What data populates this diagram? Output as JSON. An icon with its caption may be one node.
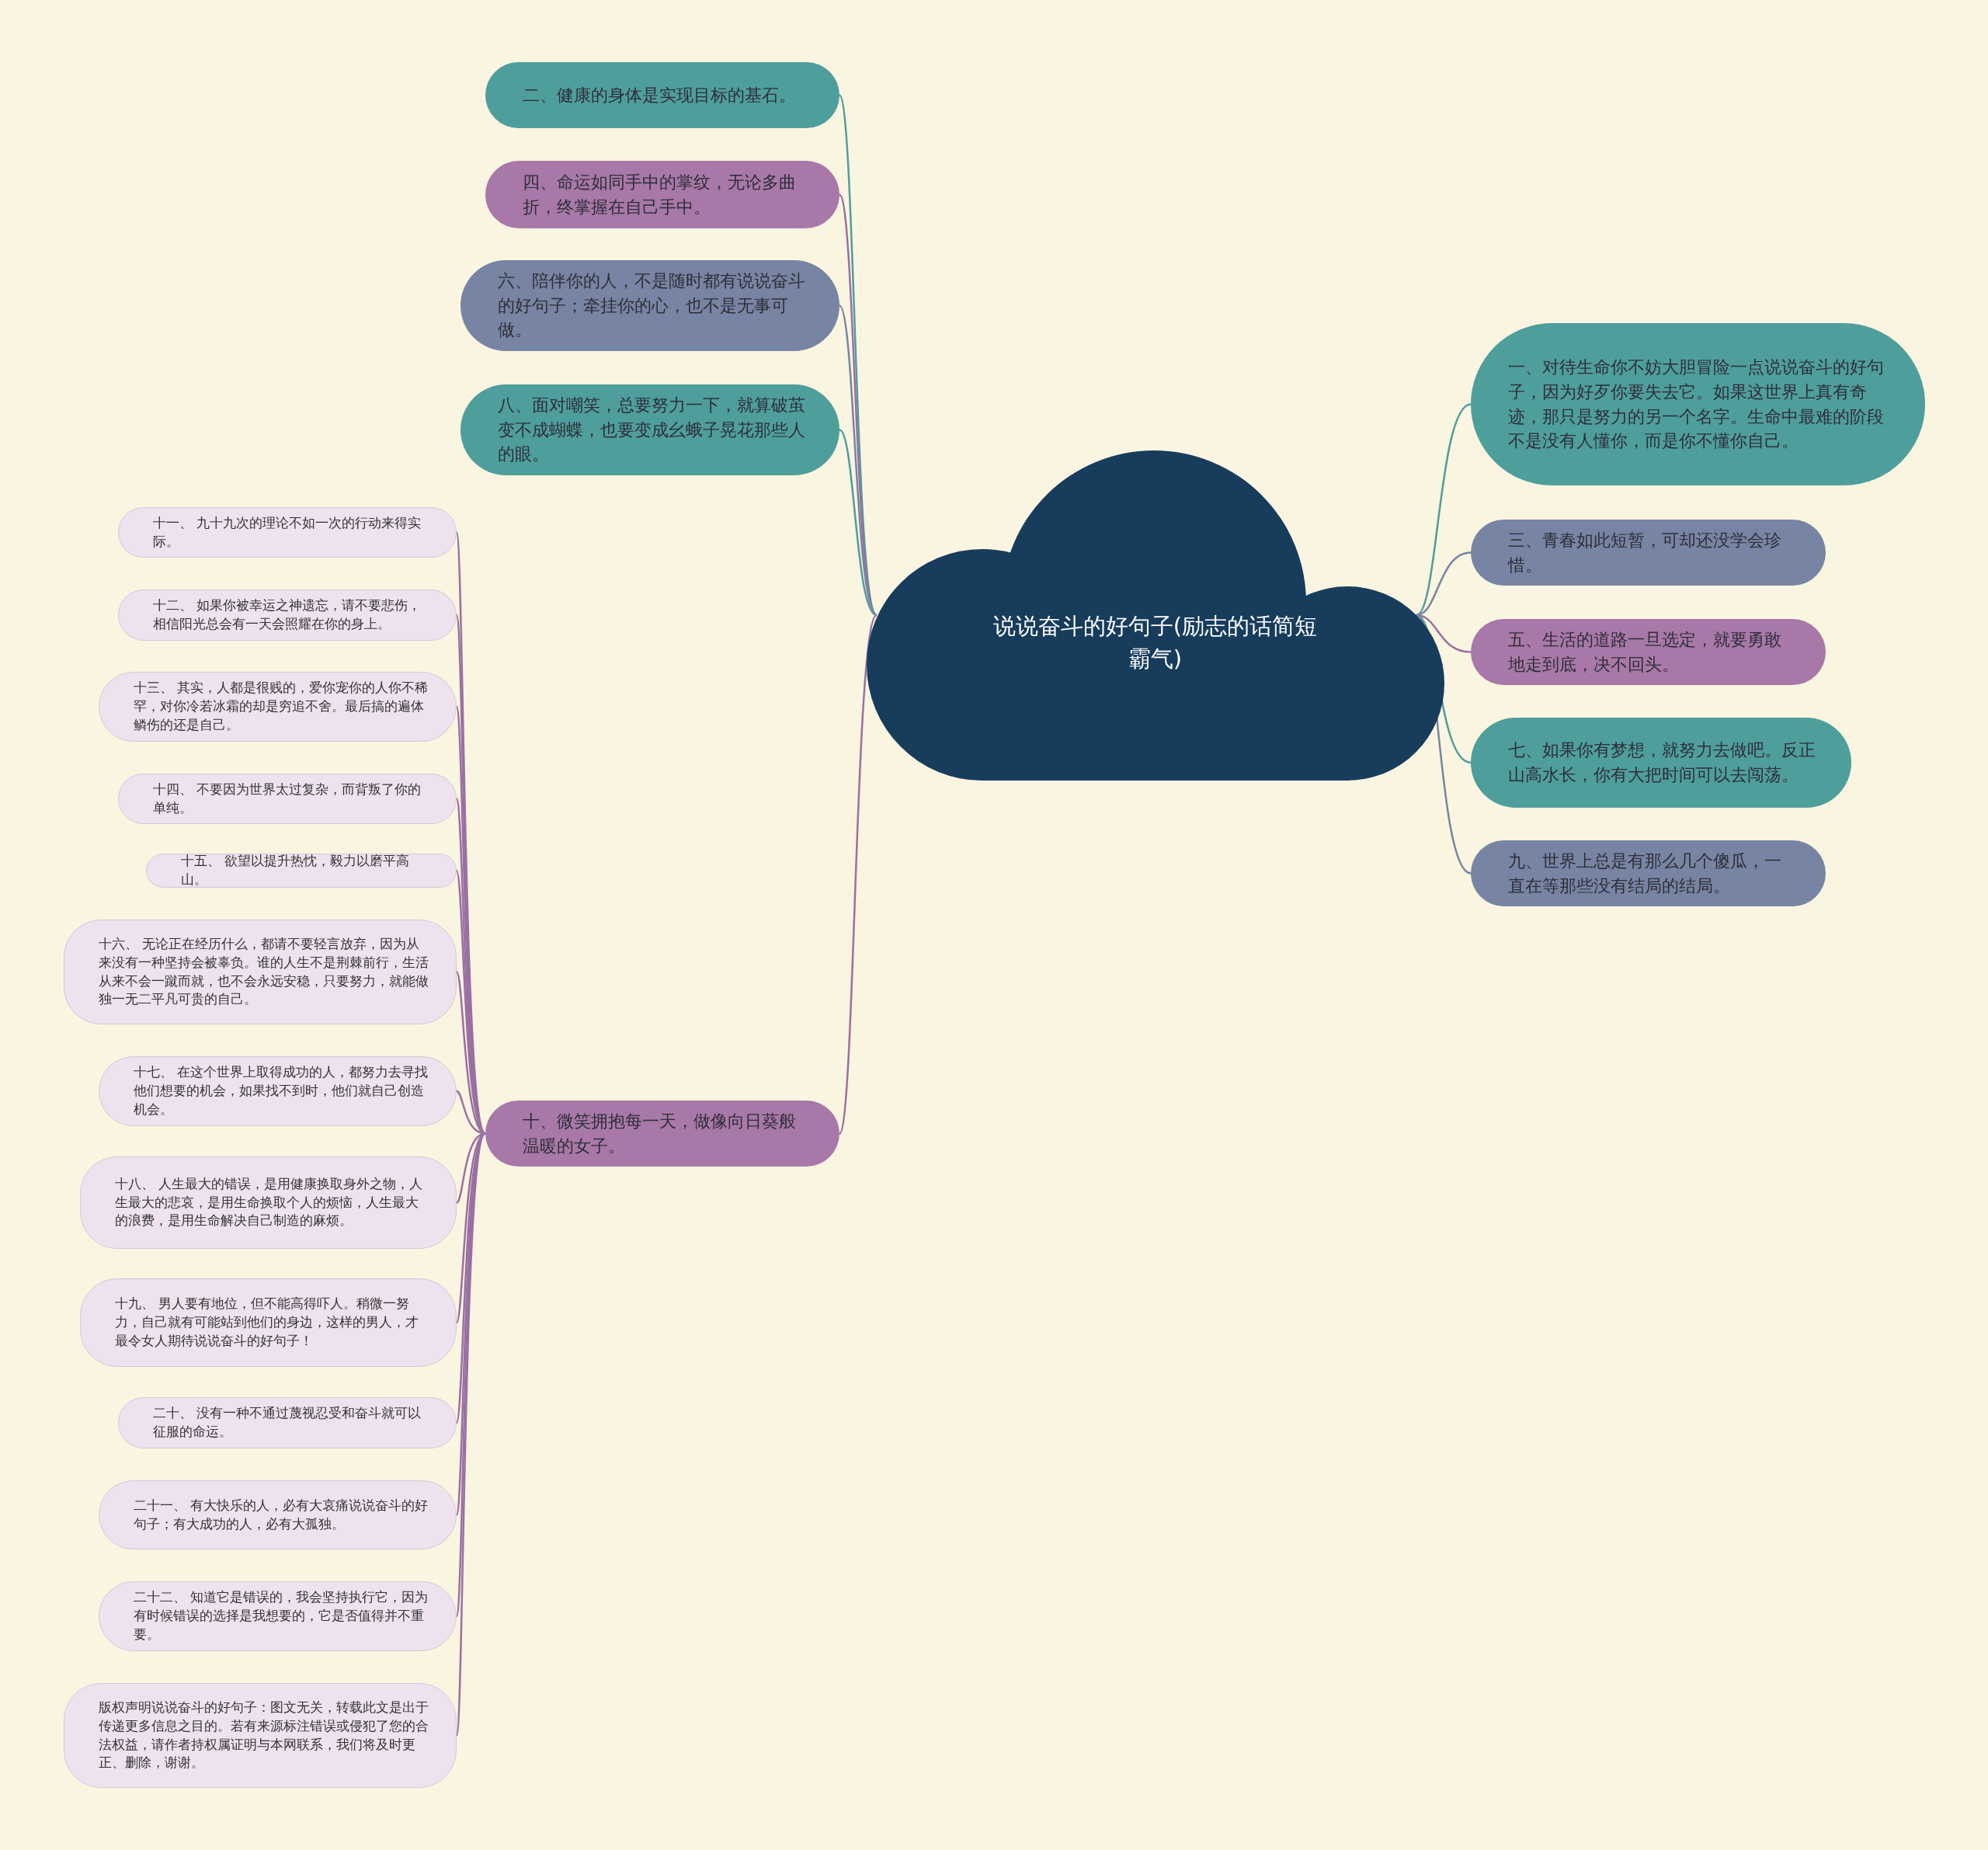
{
  "diagram": {
    "nodes": [
      {
        "text": [
          "说说奋斗的好句子(励志的话简短霸气)"
        ]
      },
      {
        "text": [
          "二、健康的身体是实现目标的基石。"
        ]
      },
      {
        "text": [
          "四、命运如同手中的掌纹，无论多曲折，终掌握在自己手中。"
        ]
      },
      {
        "text": [
          "六、陪伴你的人，不是随时都有说说奋斗的好句子；牵挂你的心，也不是无事可做。"
        ]
      },
      {
        "text": [
          "八、面对嘲笑，总要努力一下，就算破茧变不成蝴蝶，也要变成幺蛾子晃花那些人的眼。"
        ]
      },
      {
        "text": [
          "十、微笑拥抱每一天，做像向日葵般温暖的女子。"
        ]
      },
      {
        "text": [
          "十一、 九十九次的理论不如一次的行动来得实际。"
        ]
      },
      {
        "text": [
          "十二、 如果你被幸运之神遗忘，请不要悲伤，相信阳光总会有一天会照耀在你的身上。"
        ]
      },
      {
        "text": [
          "十三、 其实，人都是很贱的，爱你宠你的人你不稀罕，对你冷若冰霜的却是穷追不舍。最后搞的遍体鳞伤的还是自己。"
        ]
      },
      {
        "text": [
          "十四、 不要因为世界太过复杂，而背叛了你的单纯。"
        ]
      },
      {
        "text": [
          "十五、 欲望以提升热忱，毅力以磨平高山。"
        ]
      },
      {
        "text": [
          "十六、 无论正在经历什么，都请不要轻言放弃，因为从来没有一种坚持会被辜负。谁的人生不是荆棘前行，生活从来不会一蹴而就，也不会永远安稳，只要努力，就能做独一无二平凡可贵的自己。"
        ]
      },
      {
        "text": [
          "十七、 在这个世界上取得成功的人，都努力去寻找他们想要的机会，如果找不到时，他们就自己创造机会。"
        ]
      },
      {
        "text": [
          "十八、 人生最大的错误，是用健康换取身外之物，人生最大的悲哀，是用生命换取个人的烦恼，人生最大的浪费，是用生命解决自己制造的麻烦。"
        ]
      },
      {
        "text": [
          "十九、 男人要有地位，但不能高得吓人。稍微一努力，自己就有可能站到他们的身边，这样的男人，才最令女人期待说说奋斗的好句子！"
        ]
      },
      {
        "text": [
          "二十、 没有一种不通过蔑视忍受和奋斗就可以征服的命运。"
        ]
      },
      {
        "text": [
          "二十一、 有大快乐的人，必有大哀痛说说奋斗的好句子；有大成功的人，必有大孤独。"
        ]
      },
      {
        "text": [
          "二十二、 知道它是错误的，我会坚持执行它，因为有时候错误的选择是我想要的，它是否值得并不重要。"
        ]
      },
      {
        "text": [
          "版权声明说说奋斗的好句子：图文无关，转载此文是出于传递更多信息之目的。若有来源标注错误或侵犯了您的合法权益，请作者持权属证明与本网联系，我们将及时更正、删除，谢谢。"
        ]
      },
      {
        "text": [
          "一、对待生命你不妨大胆冒险一点说说奋斗的好句子，因为好歹你要失去它。如果这世界上真有奇迹，那只是努力的另一个名字。生命中最难的阶段不是没有人懂你，而是你不懂你自己。"
        ]
      },
      {
        "text": [
          "三、青春如此短暂，可却还没学会珍惜。"
        ]
      },
      {
        "text": [
          "五、生活的道路一旦选定，就要勇敢地走到底，决不回头。"
        ]
      },
      {
        "text": [
          "七、如果你有梦想，就努力去做吧。反正山高水长，你有大把时间可以去闯荡。"
        ]
      },
      {
        "text": [
          "九、世界上总是有那么几个傻瓜，一直在等那些没有结局的结局。"
        ]
      }
    ],
    "edges": [
      {
        "from": 0,
        "to": 1,
        "arrow": "none",
        "color": "#4e9e9c"
      },
      {
        "from": 0,
        "to": 2,
        "arrow": "none"
      },
      {
        "from": 0,
        "to": 3,
        "arrow": "none",
        "color": "#7784a3"
      },
      {
        "from": 0,
        "to": 4,
        "arrow": "none",
        "color": "#4e9e9c"
      },
      {
        "from": 0,
        "to": 5,
        "arrow": "none"
      },
      {
        "from": 5,
        "to": 6,
        "arrow": "none"
      },
      {
        "from": 5,
        "to": 7,
        "arrow": "none"
      },
      {
        "from": 5,
        "to": 8,
        "arrow": "none"
      },
      {
        "from": 5,
        "to": 9,
        "arrow": "none"
      },
      {
        "from": 5,
        "to": 10,
        "arrow": "none"
      },
      {
        "from": 5,
        "to": 11,
        "arrow": "none"
      },
      {
        "from": 5,
        "to": 12,
        "arrow": "none"
      },
      {
        "from": 5,
        "to": 13,
        "arrow": "none"
      },
      {
        "from": 5,
        "to": 14,
        "arrow": "none"
      },
      {
        "from": 5,
        "to": 15,
        "arrow": "none"
      },
      {
        "from": 5,
        "to": 16,
        "arrow": "none"
      },
      {
        "from": 5,
        "to": 17,
        "arrow": "none"
      },
      {
        "from": 5,
        "to": 18,
        "arrow": "none"
      },
      {
        "from": 0,
        "to": 19,
        "arrow": "none",
        "color": "#4e9e9c"
      },
      {
        "from": 0,
        "to": 20,
        "arrow": "none",
        "color": "#7784a3"
      },
      {
        "from": 0,
        "to": 21,
        "arrow": "none"
      },
      {
        "from": 0,
        "to": 22,
        "arrow": "none",
        "color": "#4e9e9c"
      },
      {
        "from": 0,
        "to": 23,
        "arrow": "none",
        "color": "#7784a3"
      }
    ]
  }
}
